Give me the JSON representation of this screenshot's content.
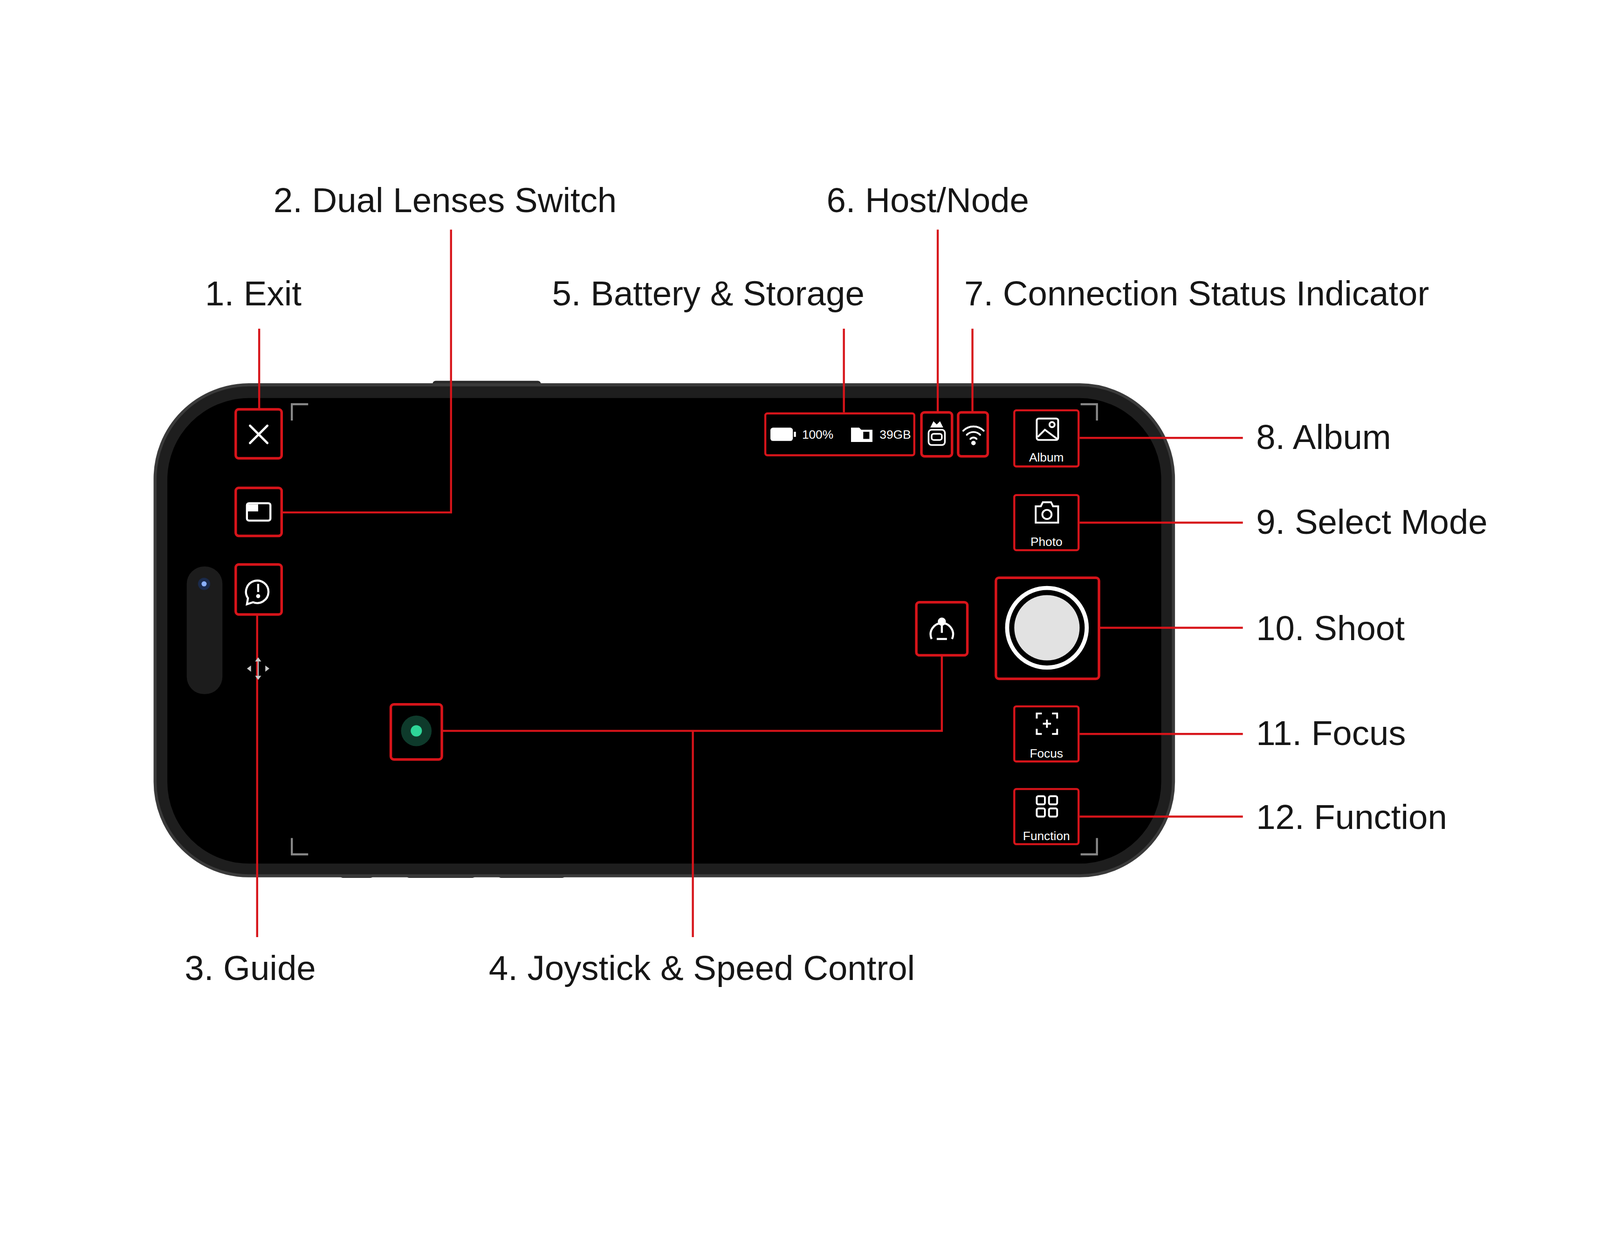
{
  "diagram": {
    "nodes": [
      {
        "text": [
          "100%",
          "39GB"
        ]
      },
      {
        "text": [
          "Album"
        ]
      },
      {
        "text": [
          "Photo"
        ]
      },
      {
        "text": [
          "Focus"
        ]
      },
      {
        "text": [
          "Function"
        ]
      }
    ],
    "labels": [
      "2. Dual Lenses Switch",
      "6. Host/Node",
      "1. Exit",
      "5. Battery & Storage",
      "7. Connection Status Indicator",
      "8. Album",
      "9. Select Mode",
      "10. Shoot",
      "11. Focus",
      "12. Function",
      "3. Guide",
      "4. Joystick & Speed Control"
    ]
  }
}
